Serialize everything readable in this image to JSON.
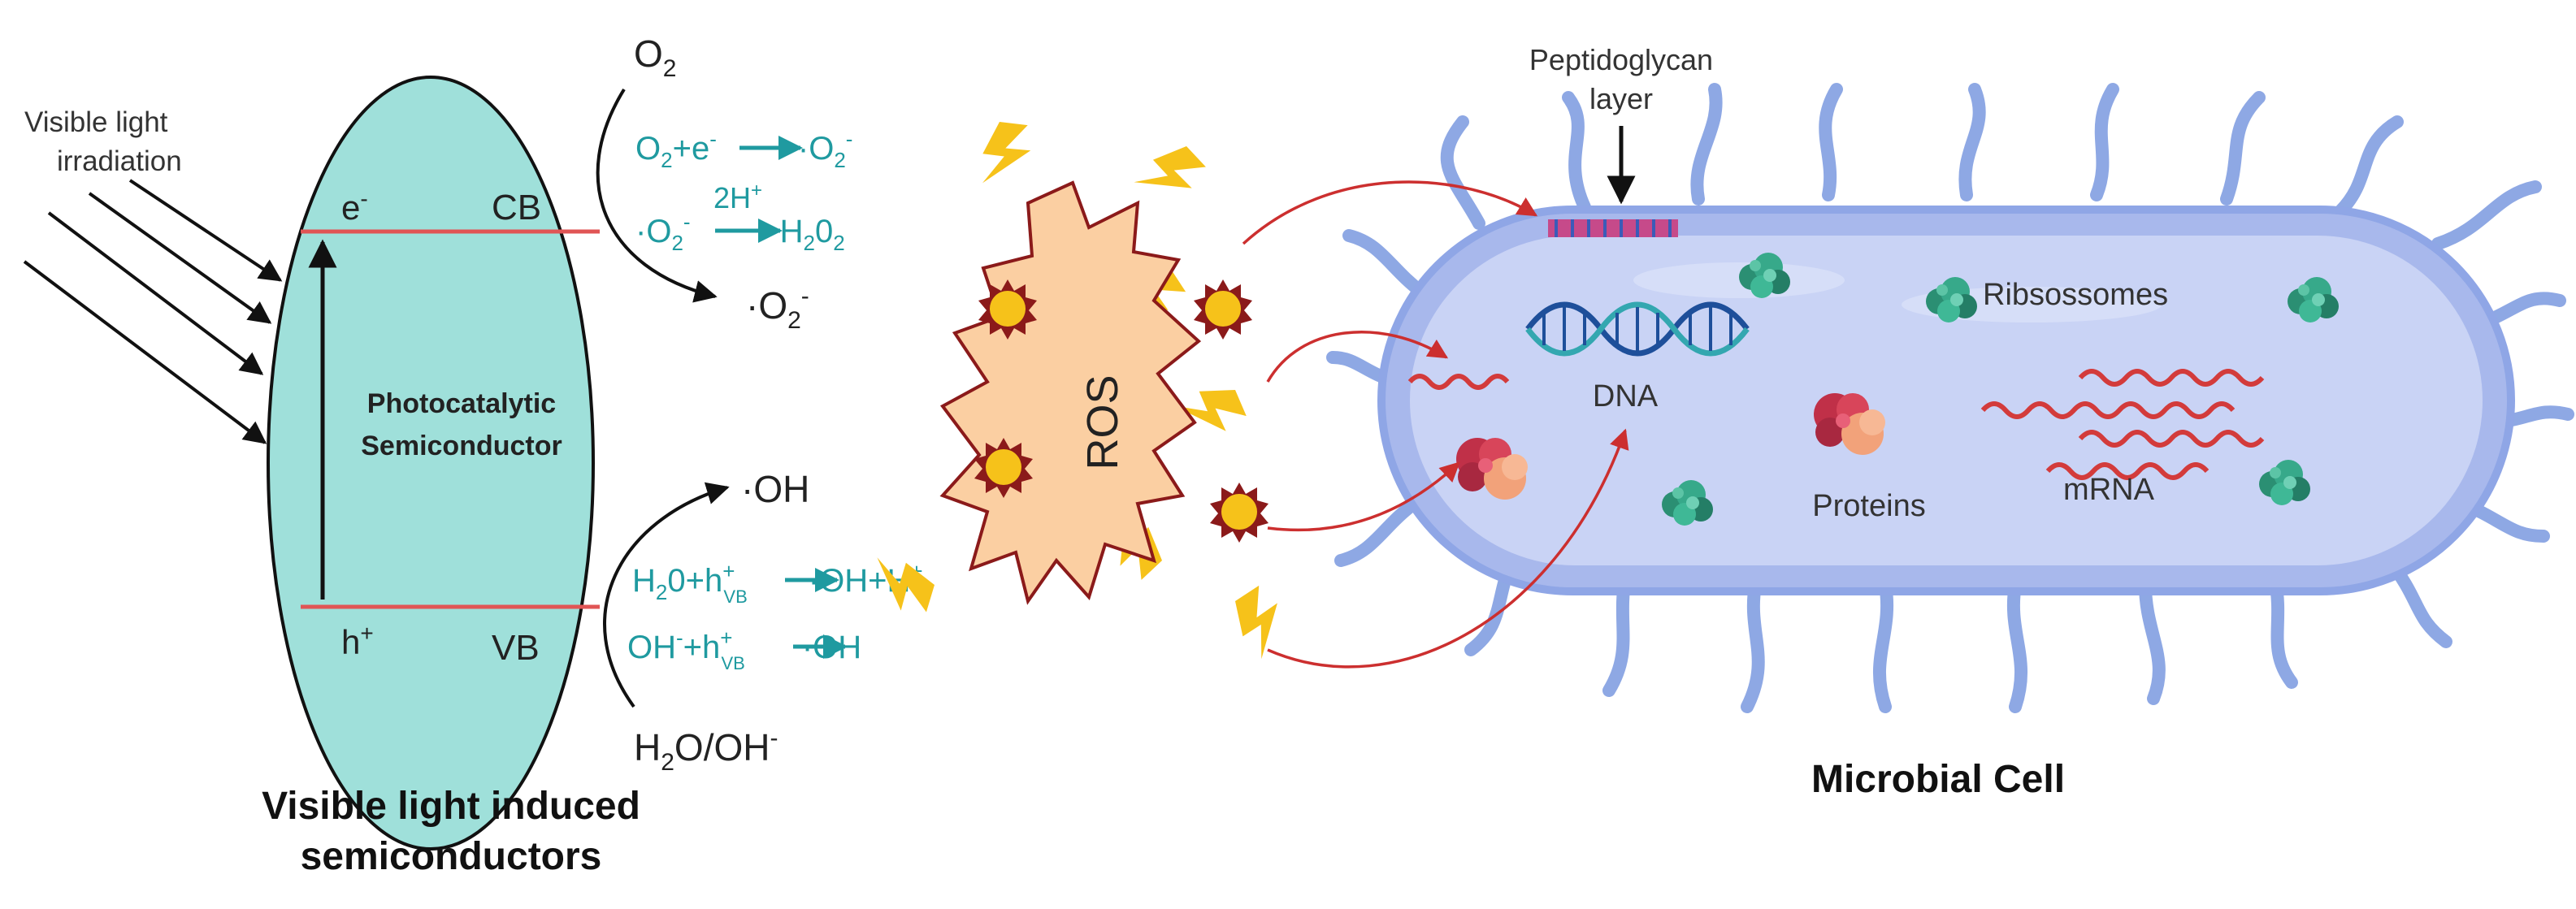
{
  "colors": {
    "teal_fill": "#9fe0da",
    "teal_text": "#1f9aa0",
    "band_line": "#e05555",
    "cell_fill": "#b7c4ee",
    "cell_inner": "#c9d3f5",
    "cell_edge": "#8fa6e6",
    "flagella": "#8ea8e4",
    "ros_fill": "#fbcfa2",
    "ros_edge": "#8b1a1a",
    "bolt": "#f6c21a",
    "arrow_red": "#cc2f2f",
    "dna_blue": "#1e4f9a",
    "dna_teal": "#33a7b0",
    "mrna_red": "#d33b3b",
    "protein_red": "#c03048",
    "protein_orange": "#f2a27a",
    "ribosome_green": "#2e9b79"
  },
  "semiconductor": {
    "light_label_line1": "Visible light",
    "light_label_line2": "irradiation",
    "cb_electron": "e",
    "cb_electron_sup": "-",
    "cb_label": "CB",
    "vb_hole": "h",
    "vb_hole_sup": "+",
    "vb_label": "VB",
    "center_line1": "Photocatalytic",
    "center_line2": "Semiconductor",
    "caption_line1": "Visible light induced",
    "caption_line2": "semiconductors"
  },
  "reactions": {
    "o2": "O",
    "o2_sub": "2",
    "r1_lhs_a": "O",
    "r1_lhs_a_sub": "2",
    "r1_lhs_b": "+e",
    "r1_lhs_b_sup": "-",
    "r1_rhs_dot": "·",
    "r1_rhs": "O",
    "r1_rhs_sub": "2",
    "r1_rhs_sup": "-",
    "r2_lhs_dot": "·",
    "r2_lhs": "O",
    "r2_lhs_sub": "2",
    "r2_lhs_sup": "-",
    "r2_over": "2H",
    "r2_over_sup": "+",
    "r2_rhs": "H",
    "r2_rhs_sub": "2",
    "r2_rhs_tail": "0",
    "r2_rhs_sub2": "2",
    "o2rad_dot": "·",
    "o2rad": "O",
    "o2rad_sub": "2",
    "o2rad_sup": "-",
    "oh_dot": "·",
    "oh": "OH",
    "r3_lhs_a": "H",
    "r3_lhs_a_sub": "2",
    "r3_lhs_b": "0+h",
    "r3_lhs_b_sup": "+",
    "r3_lhs_b_sub": "VB",
    "r3_rhs_dot": "·",
    "r3_rhs": "OH+H",
    "r3_rhs_sup": "+",
    "r4_lhs_a": "OH",
    "r4_lhs_a_sup": "-",
    "r4_lhs_b": "+h",
    "r4_lhs_b_sup": "+",
    "r4_lhs_b_sub": "VB",
    "r4_rhs_dot": "·",
    "r4_rhs": "OH",
    "bottom": "H",
    "bottom_sub": "2",
    "bottom_tail": "O/OH",
    "bottom_sup": "-"
  },
  "ros": {
    "label": "ROS"
  },
  "cell": {
    "peptidoglycan_line1": "Peptidoglycan",
    "peptidoglycan_line2": "layer",
    "dna": "DNA",
    "ribosomes": "Ribsossomes",
    "proteins": "Proteins",
    "mrna": "mRNA",
    "caption": "Microbial Cell"
  }
}
